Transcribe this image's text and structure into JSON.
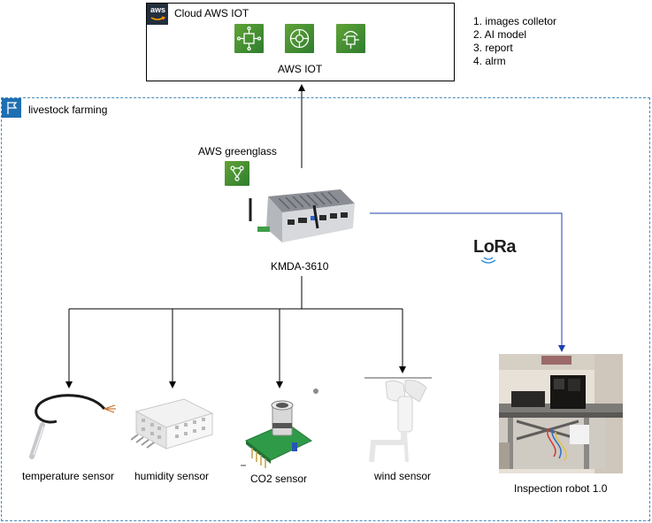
{
  "cloud": {
    "title": "Cloud AWS IOT",
    "logo_text": "aws",
    "service_label": "AWS IOT",
    "icons": [
      "iot-core-icon",
      "iot-greengrass-icon",
      "iot-device-management-icon"
    ]
  },
  "features": [
    "1. images colletor",
    "2. AI model",
    "3. report",
    "4. alrm"
  ],
  "farm": {
    "title": "livestock farming",
    "greengrass_label": "AWS greenglass",
    "gateway_label": "KMDA-3610",
    "lora_text": "LoRa",
    "sensors": [
      "temperature sensor",
      "humidity sensor",
      "CO2 sensor",
      "wind sensor"
    ],
    "robot_label": "Inspection robot 1.0"
  },
  "colors": {
    "aws_dark": "#232f3e",
    "greengrass_green": "#3f8f2f",
    "group_border": "#4a8ab8",
    "lora_link": "#1c3fae",
    "lora_blue": "#1f86d6"
  }
}
